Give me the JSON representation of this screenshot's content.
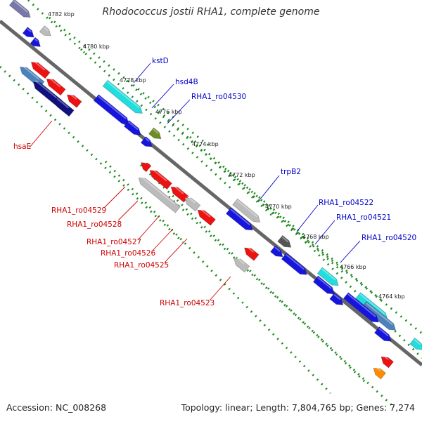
{
  "header": {
    "title": "Rhodococcus jostii RHA1, complete genome"
  },
  "footer": {
    "accession": "Accession: NC_008268",
    "stats": "Topology: linear; Length: 7,804,765 bp; Genes: 7,274"
  },
  "colors": {
    "backbone": "#666666",
    "tick": "#1f8a1f",
    "label_blue": "#0000cc",
    "label_red": "#cc0000"
  },
  "ticks": [
    {
      "kbp": 4782,
      "label": "4782 kbp"
    },
    {
      "kbp": 4780,
      "label": "4780 kbp"
    },
    {
      "kbp": 4778,
      "label": "4778 kbp"
    },
    {
      "kbp": 4776,
      "label": "4776 kbp"
    },
    {
      "kbp": 4774,
      "label": "4774 kbp"
    },
    {
      "kbp": 4772,
      "label": "4772 kbp"
    },
    {
      "kbp": 4770,
      "label": "4770 kbp"
    },
    {
      "kbp": 4768,
      "label": "4768 kbp"
    },
    {
      "kbp": 4766,
      "label": "4766 kbp"
    },
    {
      "kbp": 4764,
      "label": "4764 kbp"
    }
  ],
  "gene_labels": [
    {
      "name": "kstD",
      "strand": "forward"
    },
    {
      "name": "hsd4B",
      "strand": "forward"
    },
    {
      "name": "RHA1_ro04530",
      "strand": "forward"
    },
    {
      "name": "trpB2",
      "strand": "forward"
    },
    {
      "name": "RHA1_ro04522",
      "strand": "forward"
    },
    {
      "name": "RHA1_ro04521",
      "strand": "forward"
    },
    {
      "name": "RHA1_ro04520",
      "strand": "forward"
    },
    {
      "name": "hsaE",
      "strand": "reverse"
    },
    {
      "name": "RHA1_ro04529",
      "strand": "reverse"
    },
    {
      "name": "RHA1_ro04528",
      "strand": "reverse"
    },
    {
      "name": "RHA1_ro04527",
      "strand": "reverse"
    },
    {
      "name": "RHA1_ro04526",
      "strand": "reverse"
    },
    {
      "name": "RHA1_ro04525",
      "strand": "reverse"
    },
    {
      "name": "RHA1_ro04523",
      "strand": "reverse"
    }
  ],
  "gene_colors": {
    "blue": "#1515dd",
    "navy": "#101080",
    "cyan": "#22dddd",
    "steel": "#4a82bb",
    "red": "#ee1111",
    "gray": "#bbbbbb",
    "dark_gray": "#555555",
    "olive": "#6b8e23",
    "orange": "#ff8c00",
    "slate": "#7777aa"
  }
}
